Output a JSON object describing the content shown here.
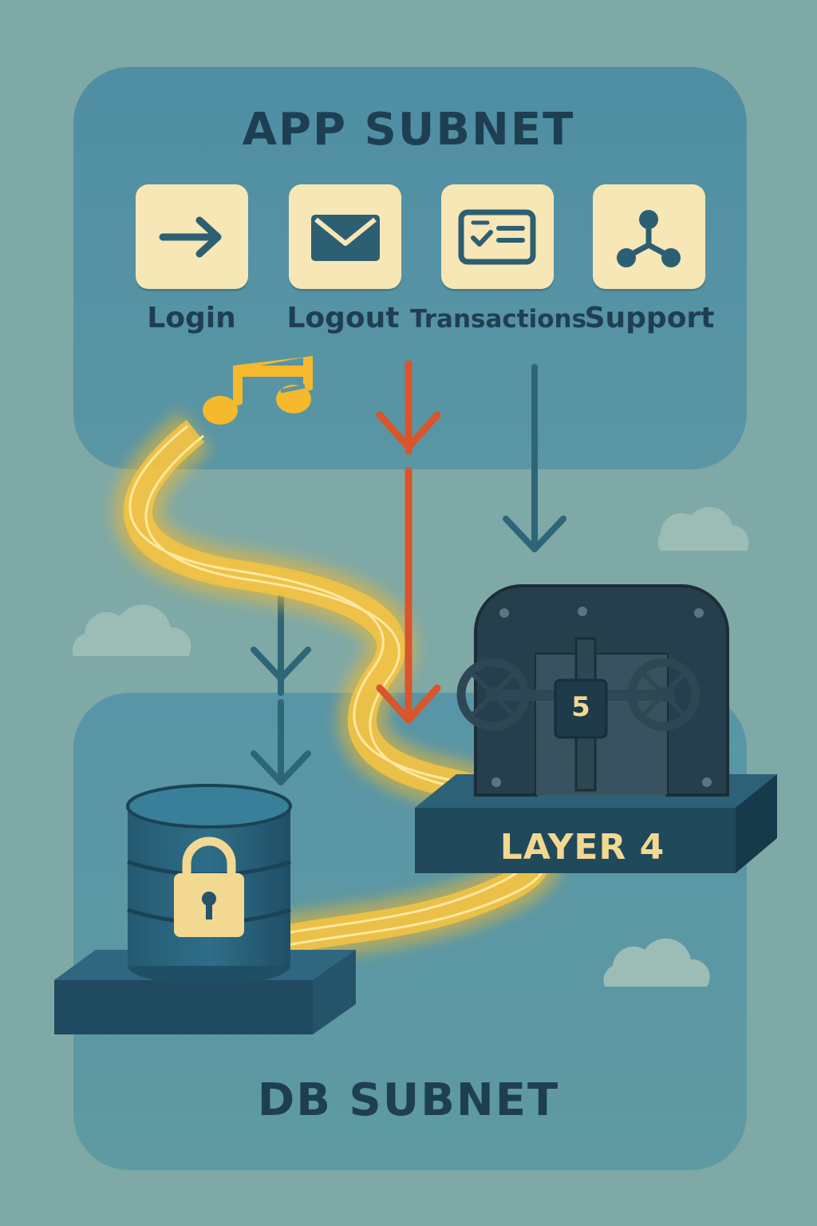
{
  "app_subnet": {
    "title": "APP SUBNET",
    "items": [
      {
        "label": "Login",
        "icon": "arrow-right-icon"
      },
      {
        "label": "Logout",
        "icon": "envelope-icon"
      },
      {
        "label": "Transactions",
        "icon": "card-checklist-icon"
      },
      {
        "label": "Support",
        "icon": "network-nodes-icon"
      }
    ]
  },
  "db_subnet": {
    "title": "DB SUBNET"
  },
  "gateway": {
    "label": "LAYER 4",
    "number": "5"
  },
  "icons": [
    "music-note-icon",
    "database-lock-icon",
    "valve-gateway-icon",
    "cloud-icon"
  ],
  "colors": {
    "background": "#7fa9a6",
    "panel": "#4f8ea3",
    "tile": "#f7e6b6",
    "text_dark": "#1e3f52",
    "stream": "#f5b92e",
    "arrow_red": "#d9552b",
    "arrow_teal": "#2d6678",
    "label_gold": "#f2d890"
  }
}
